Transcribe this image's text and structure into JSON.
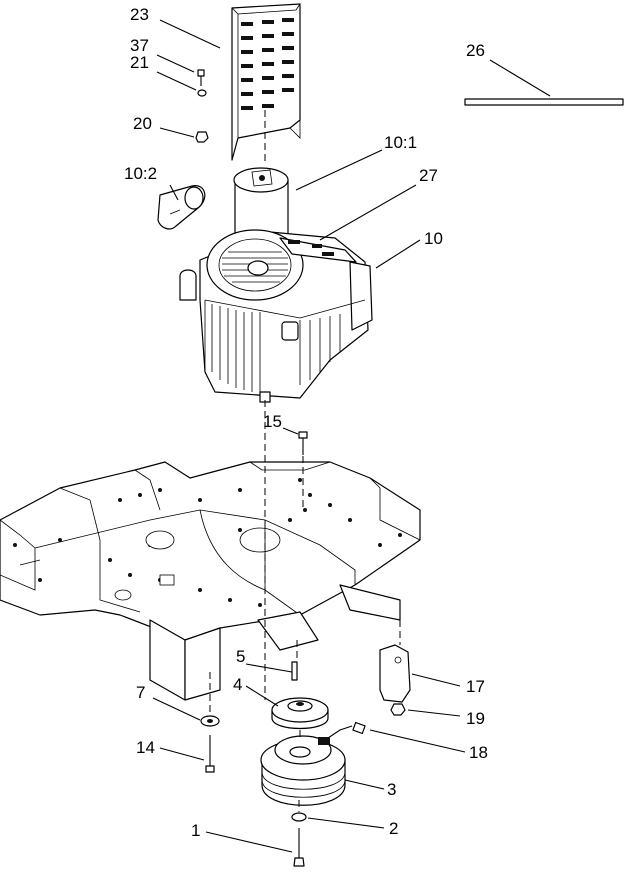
{
  "callouts": [
    {
      "id": "c23",
      "text": "23"
    },
    {
      "id": "c37",
      "text": "37"
    },
    {
      "id": "c21",
      "text": "21"
    },
    {
      "id": "c20",
      "text": "20"
    },
    {
      "id": "c26",
      "text": "26"
    },
    {
      "id": "c10_1",
      "text": "10:1"
    },
    {
      "id": "c10_2",
      "text": "10:2"
    },
    {
      "id": "c27",
      "text": "27"
    },
    {
      "id": "c10",
      "text": "10"
    },
    {
      "id": "c15",
      "text": "15"
    },
    {
      "id": "c5",
      "text": "5"
    },
    {
      "id": "c4",
      "text": "4"
    },
    {
      "id": "c7",
      "text": "7"
    },
    {
      "id": "c14",
      "text": "14"
    },
    {
      "id": "c17",
      "text": "17"
    },
    {
      "id": "c19",
      "text": "19"
    },
    {
      "id": "c18",
      "text": "18"
    },
    {
      "id": "c3",
      "text": "3"
    },
    {
      "id": "c1",
      "text": "1"
    },
    {
      "id": "c2",
      "text": "2"
    }
  ]
}
